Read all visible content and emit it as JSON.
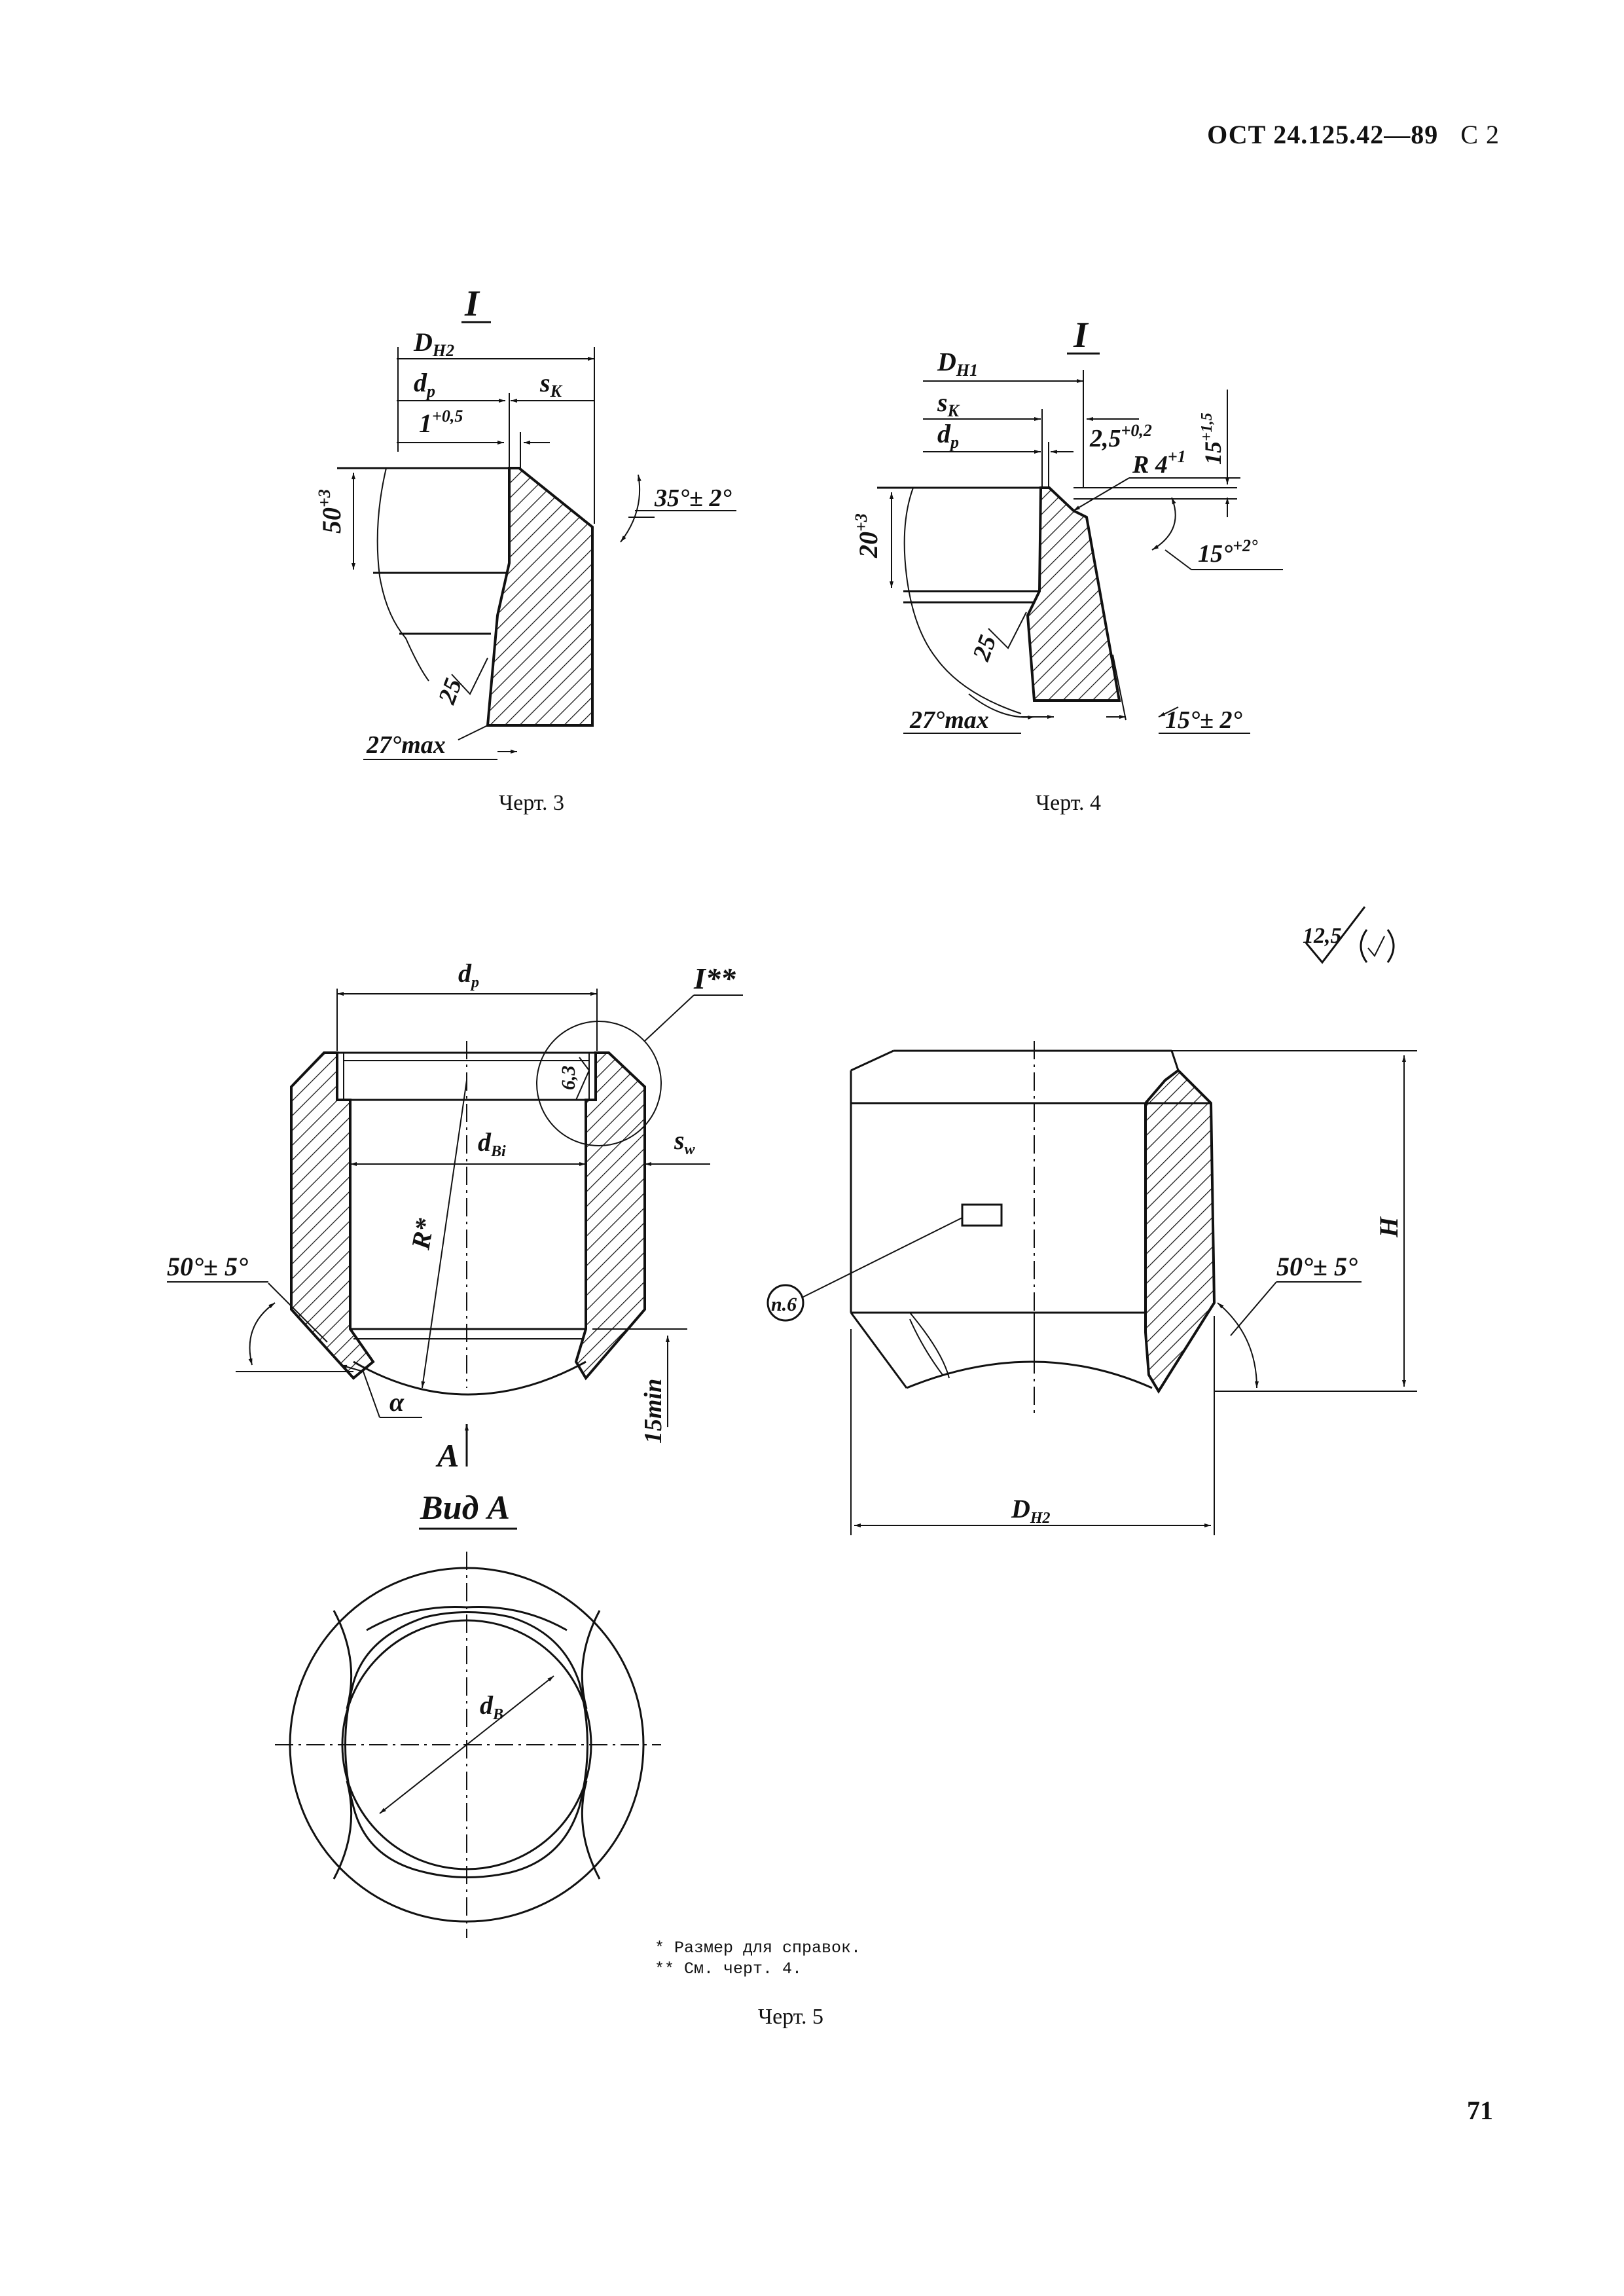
{
  "header": {
    "code": "ОСТ 24.125.42—89",
    "page_label": "С 2"
  },
  "page_number": "71",
  "fig3": {
    "caption": "Черт. 3",
    "view_mark": "I",
    "labels": {
      "dh2": "D",
      "dh2_sub": "H2",
      "dp": "d",
      "dp_sub": "p",
      "sk": "s",
      "sk_sub": "K",
      "tol1": "1",
      "tol1_sup": "+0,5",
      "len50": "50",
      "len50_sup": "+3",
      "angle35": "35°± 2°",
      "rough25": "25",
      "angle27": "27°max"
    }
  },
  "fig4": {
    "caption": "Черт. 4",
    "view_mark": "I",
    "labels": {
      "dh1": "D",
      "dh1_sub": "H1",
      "sk": "s",
      "sk_sub": "K",
      "dp": "d",
      "dp_sub": "p",
      "tol25": "2,5",
      "tol25_sup": "+0,2",
      "r4": "R 4",
      "r4_sup": "+1",
      "v15": "15",
      "v15_sup": "+1,5",
      "len20": "20",
      "len20_sup": "+3",
      "angle15a": "15°",
      "angle15a_sup": "+2°",
      "rough25": "25",
      "angle27": "27°max",
      "angle15b": "15°± 2°"
    }
  },
  "fig5": {
    "caption": "Черт. 5",
    "roughness_value": "12,5",
    "labels": {
      "dp": "d",
      "dp_sub": "p",
      "i_star": "I**",
      "r63": "6,3",
      "dbi": "d",
      "dbi_sub": "Bi",
      "sw": "s",
      "sw_sub": "w",
      "r_star": "R*",
      "angle50l": "50°± 5°",
      "alpha": "α",
      "min15": "15min",
      "arrow_a": "A",
      "view_a": "Вид А",
      "pn6": "п.6",
      "h": "H",
      "angle50r": "50°± 5°",
      "dh2": "D",
      "dh2_sub": "H2",
      "db": "d",
      "db_sub": "B"
    },
    "footnotes": [
      "* Размер для справок.",
      "** См. черт. 4."
    ]
  }
}
